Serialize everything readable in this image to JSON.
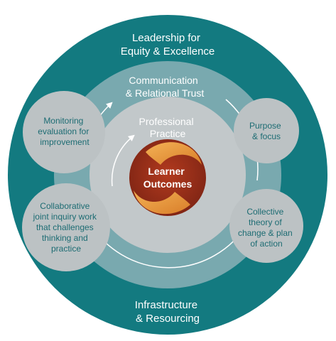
{
  "outer_ring": {
    "top_label": [
      "Leadership for",
      "Equity & Excellence"
    ],
    "bottom_label": [
      "Infrastructure",
      "& Resourcing"
    ]
  },
  "middle_ring": {
    "label": [
      "Communication",
      "& Relational Trust"
    ]
  },
  "inner_ring": {
    "label": [
      "Professional",
      "Practice"
    ]
  },
  "center": {
    "label": [
      "Learner",
      "Outcomes"
    ]
  },
  "side_circles": [
    {
      "id": "monitoring",
      "lines": [
        "Monitoring",
        "evaluation for",
        "improvement"
      ]
    },
    {
      "id": "purpose",
      "lines": [
        "Purpose",
        "& focus"
      ]
    },
    {
      "id": "collaborative",
      "lines": [
        "Collaborative",
        "joint inquiry work",
        "that challenges",
        "thinking and",
        "practice"
      ]
    },
    {
      "id": "collective",
      "lines": [
        "Collective",
        "theory of",
        "change & plan",
        "of action"
      ]
    }
  ],
  "colors": {
    "outer_teal": "#137a80",
    "middle_teal": "#79a9af",
    "inner_gray": "#c2c8ca",
    "center_dark_red": "#8e2a18",
    "center_orange": "#e69a3c",
    "side_circle": "#bcc2c4",
    "text_teal": "#1d6c73",
    "white": "#ffffff"
  }
}
